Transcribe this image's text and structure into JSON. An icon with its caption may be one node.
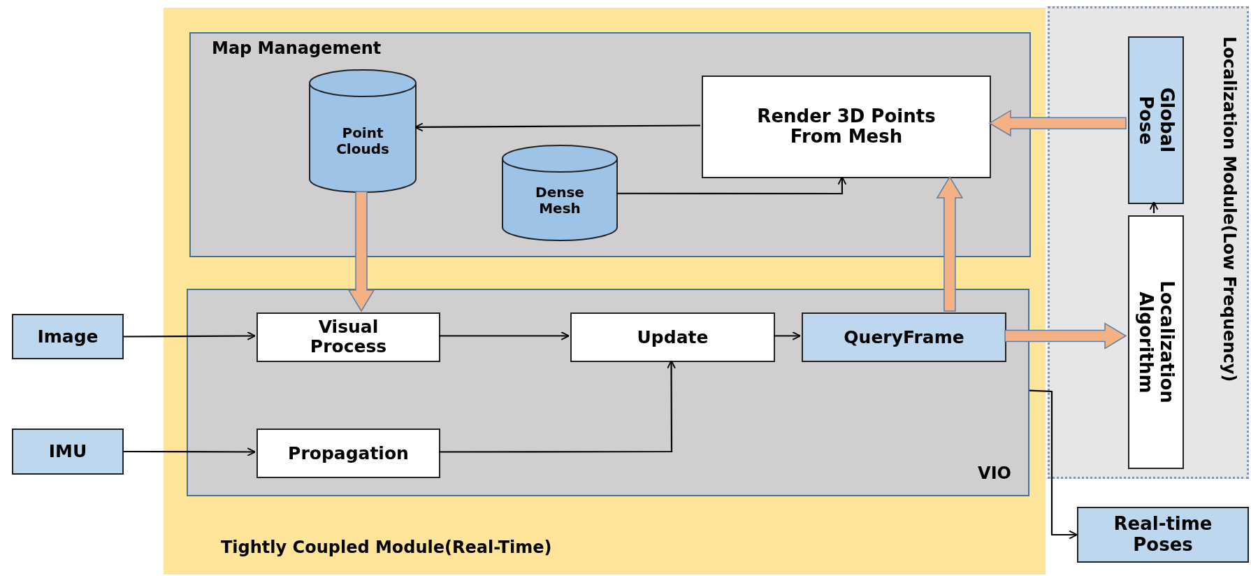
{
  "diagram": {
    "nodes": [
      {
        "text": [
          "Tightly Coupled Module(Real-Time)"
        ]
      },
      {
        "text": [
          "Map Management"
        ],
        "in": 0
      },
      {
        "text": [
          "Point Clouds"
        ],
        "in": 1
      },
      {
        "text": [
          "Dense Mesh"
        ],
        "in": 1
      },
      {
        "text": [
          "Render 3D Points From Mesh"
        ],
        "in": 1
      },
      {
        "text": [
          "VIO"
        ],
        "in": 0
      },
      {
        "text": [
          "Image"
        ]
      },
      {
        "text": [
          "Visual Process"
        ],
        "in": 5
      },
      {
        "text": [
          "Update"
        ],
        "in": 5
      },
      {
        "text": [
          "QueryFrame"
        ],
        "in": 5
      },
      {
        "text": [
          "IMU"
        ]
      },
      {
        "text": [
          "Propagation"
        ],
        "in": 5
      },
      {
        "text": [
          "Localization Module(Low Frequency)"
        ]
      },
      {
        "text": [
          "Global Pose"
        ],
        "in": 12
      },
      {
        "text": [
          "Localization Algorithm"
        ],
        "in": 12
      },
      {
        "text": [
          "Real-time Poses"
        ]
      }
    ],
    "edges": [
      {
        "from": 4,
        "to": 2,
        "arrow": "to"
      },
      {
        "from": 3,
        "to": 4,
        "arrow": "to"
      },
      {
        "from": 2,
        "to": 7,
        "arrow": "to",
        "style": "thick",
        "color": "#f4b183"
      },
      {
        "from": 9,
        "to": 4,
        "arrow": "to",
        "style": "thick",
        "color": "#f4b183"
      },
      {
        "from": 13,
        "to": 4,
        "arrow": "to",
        "style": "thick",
        "color": "#f4b183"
      },
      {
        "from": 9,
        "to": 14,
        "arrow": "to",
        "style": "thick",
        "color": "#f4b183"
      },
      {
        "from": 14,
        "to": 13,
        "arrow": "to"
      },
      {
        "from": 6,
        "to": 7,
        "arrow": "to"
      },
      {
        "from": 7,
        "to": 8,
        "arrow": "to"
      },
      {
        "from": 8,
        "to": 9,
        "arrow": "to"
      },
      {
        "from": 10,
        "to": 11,
        "arrow": "to"
      },
      {
        "from": 11,
        "to": 8,
        "arrow": "to"
      },
      {
        "from": 5,
        "to": 15,
        "arrow": "to"
      }
    ]
  }
}
